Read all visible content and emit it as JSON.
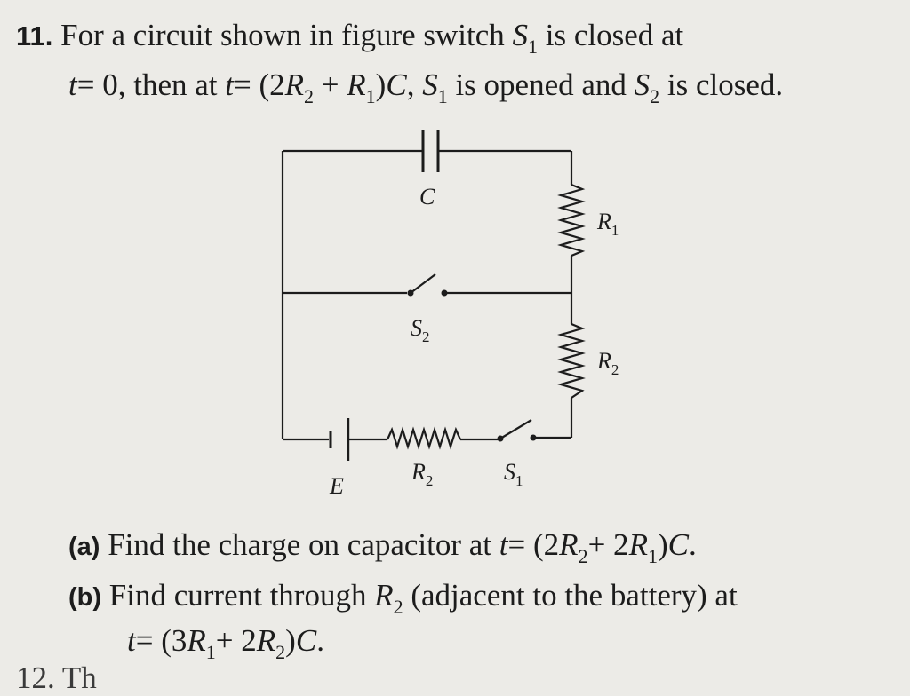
{
  "question": {
    "number": "11.",
    "line1_text": "For a circuit shown in figure switch",
    "line1_tail": "is closed at",
    "line2_start": "= 0, then at",
    "line2_expr_a": "= (2",
    "line2_expr_b": "+",
    "line2_expr_c": ")",
    "line2_expr_d": ",",
    "line2_mid": "is opened and",
    "line2_end": "is closed."
  },
  "symbols": {
    "t": "t",
    "S": "S",
    "R": "R",
    "C": "C",
    "one": "1",
    "two": "2"
  },
  "circuit": {
    "capacitor_label": "C",
    "resistor_top_label": "R",
    "resistor_top_sub": "1",
    "resistor_right_label": "R",
    "resistor_right_sub": "2",
    "switch_middle_label": "S",
    "switch_middle_sub": "2",
    "battery_label": "E",
    "resistor_bottom_label": "R",
    "resistor_bottom_sub": "2",
    "switch_bottom_label": "S",
    "switch_bottom_sub": "1"
  },
  "parts": {
    "a_label": "(a)",
    "a_text": "Find the charge on capacitor at",
    "a_expr_1": "= (2",
    "a_expr_2": "+ 2",
    "a_expr_3": ")",
    "a_expr_end": ".",
    "b_label": "(b)",
    "b_text": "Find current through",
    "b_text_2": "(adjacent to the battery) at",
    "b_expr_1": "= (3",
    "b_expr_2": "+ 2",
    "b_expr_3": ")",
    "b_expr_end": "."
  },
  "next_question_fragment": "12.   Th"
}
